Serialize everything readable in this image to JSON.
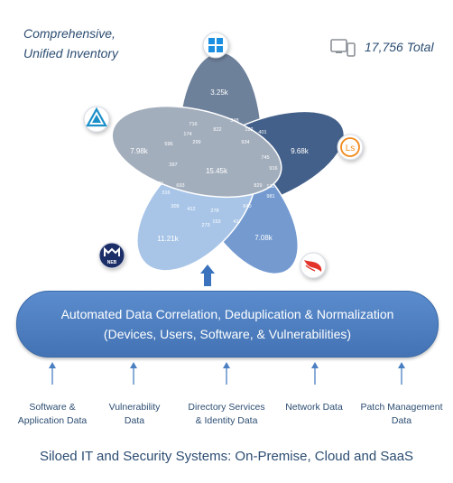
{
  "tagline": [
    "Comprehensive,",
    "Unified Inventory"
  ],
  "total_label": "17,756 Total",
  "venn": {
    "petals": [
      {
        "name": "windows",
        "value": "3.25k",
        "color": "#5f7491"
      },
      {
        "name": "logstash",
        "value": "9.68k",
        "color": "#2f4f7e"
      },
      {
        "name": "crowdstrike",
        "value": "7.08k",
        "color": "#6590cc"
      },
      {
        "name": "malwarebytes",
        "value": "11.21k",
        "color": "#9fbfe6"
      },
      {
        "name": "azure-ad",
        "value": "7.98k",
        "color": "#9aa6b6"
      }
    ],
    "center_value": "15.45k",
    "overlap_values": [
      "716",
      "348",
      "174",
      "822",
      "182",
      "401",
      "596",
      "299",
      "934",
      "397",
      "745",
      "916",
      "731",
      "693",
      "829",
      "132",
      "316",
      "981",
      "309",
      "412",
      "278",
      "640",
      "273",
      "153",
      "417"
    ]
  },
  "icons": [
    "windows-logo-icon",
    "azure-ad-icon",
    "logstash-icon",
    "malwarebytes-icon",
    "crowdstrike-icon",
    "devices-icon",
    "up-arrow-icon"
  ],
  "banner": {
    "line1": "Automated Data Correlation, Deduplication & Normalization",
    "line2": "(Devices, Users, Software, & Vulnerabilities)"
  },
  "sources": [
    {
      "line1": "Software  &",
      "line2": "Application Data"
    },
    {
      "line1": "Vulnerability",
      "line2": "Data"
    },
    {
      "line1": "Directory Services",
      "line2": "& Identity Data"
    },
    {
      "line1": "Network Data",
      "line2": ""
    },
    {
      "line1": "Patch Management",
      "line2": "Data"
    }
  ],
  "footer": "Siloed IT and Security Systems: On-Premise, Cloud and SaaS"
}
